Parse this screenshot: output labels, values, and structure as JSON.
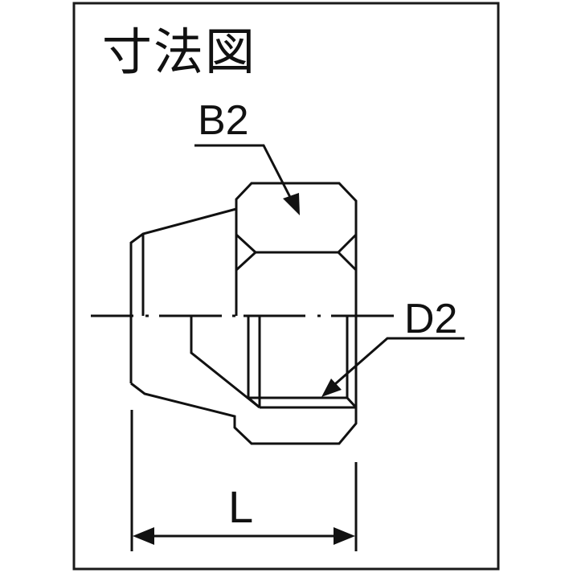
{
  "title": "寸法図",
  "dimensions": {
    "b2": {
      "label": "B2"
    },
    "d2": {
      "label": "D2"
    },
    "l": {
      "label": "L"
    }
  },
  "colors": {
    "line": "#111111",
    "background": "#ffffff",
    "frame": "#1a1a1a"
  }
}
